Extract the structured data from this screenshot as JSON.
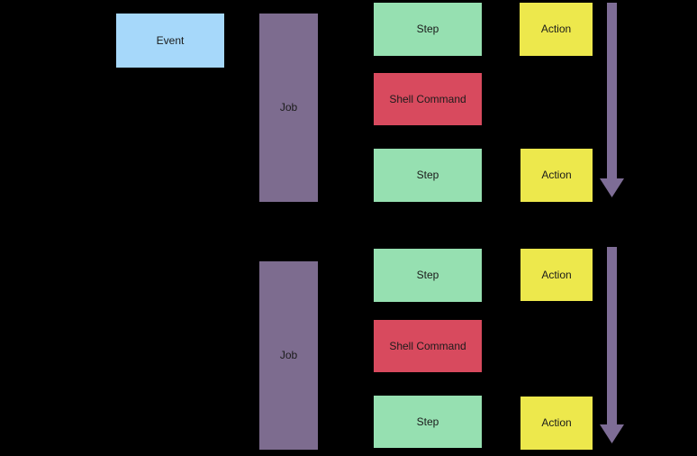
{
  "colors": {
    "background": "#000000",
    "event": "#A6D8FA",
    "job": "#7D6C8F",
    "step": "#96E0B1",
    "shell": "#D84A5E",
    "action": "#EDE84C",
    "arrow": "#7E6D96",
    "text": "#1B1B1B"
  },
  "diagram": {
    "event": {
      "label": "Event"
    },
    "groups": [
      {
        "job": {
          "label": "Job"
        },
        "steps": [
          {
            "label": "Step"
          },
          {
            "label": "Shell Command"
          },
          {
            "label": "Step"
          }
        ],
        "actions": [
          {
            "label": "Action"
          },
          {
            "label": "Action"
          }
        ],
        "arrow_icon": "arrow-down-icon"
      },
      {
        "job": {
          "label": "Job"
        },
        "steps": [
          {
            "label": "Step"
          },
          {
            "label": "Shell Command"
          },
          {
            "label": "Step"
          }
        ],
        "actions": [
          {
            "label": "Action"
          },
          {
            "label": "Action"
          }
        ],
        "arrow_icon": "arrow-down-icon"
      }
    ]
  }
}
